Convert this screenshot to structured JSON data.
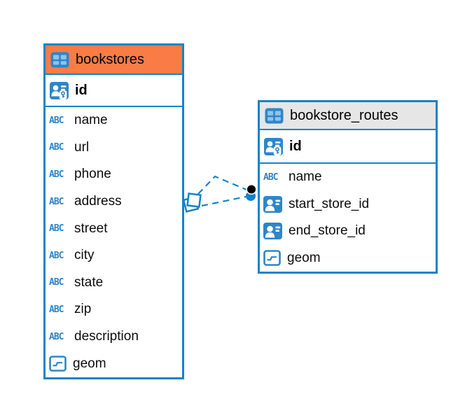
{
  "colors": {
    "accent": "#1583C9",
    "icon_blue": "#2E86C9",
    "icon_cell_blue": "#8FC3EA",
    "bookstores_header": "#F97C46",
    "bookstore_routes_header": "#E6E6E6",
    "text": "#0d0d0d",
    "relationship_dot_black": "#000000"
  },
  "icon_labels": {
    "text": "ABC"
  },
  "tables": [
    {
      "name": "bookstores",
      "pk": {
        "name": "id",
        "icon": "pk"
      },
      "columns": [
        {
          "name": "name",
          "icon": "text"
        },
        {
          "name": "url",
          "icon": "text"
        },
        {
          "name": "phone",
          "icon": "text"
        },
        {
          "name": "address",
          "icon": "text"
        },
        {
          "name": "street",
          "icon": "text"
        },
        {
          "name": "city",
          "icon": "text"
        },
        {
          "name": "state",
          "icon": "text"
        },
        {
          "name": "zip",
          "icon": "text"
        },
        {
          "name": "description",
          "icon": "text"
        },
        {
          "name": "geom",
          "icon": "geometry"
        }
      ]
    },
    {
      "name": "bookstore_routes",
      "pk": {
        "name": "id",
        "icon": "pk"
      },
      "columns": [
        {
          "name": "name",
          "icon": "text"
        },
        {
          "name": "start_store_id",
          "icon": "fk"
        },
        {
          "name": "end_store_id",
          "icon": "fk"
        },
        {
          "name": "geom",
          "icon": "geometry"
        }
      ]
    }
  ],
  "relationships": [
    {
      "from_table": "bookstores",
      "to_table": "bookstore_routes",
      "line_style": "dashed",
      "line_count": 2
    }
  ]
}
